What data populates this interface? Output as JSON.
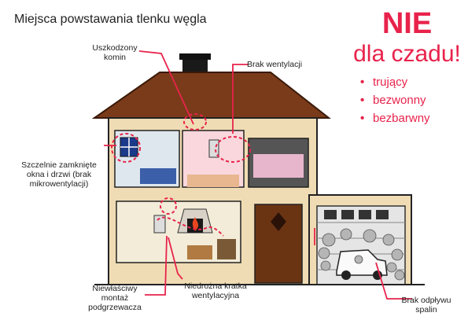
{
  "title": "Miejsca powstawania tlenku węgla",
  "headline": {
    "line1": "NIE",
    "line2": "dla czadu!"
  },
  "properties": [
    "trujący",
    "bezwonny",
    "bezbarwny"
  ],
  "labels": {
    "damaged_chimney": [
      "Uszkodzony",
      "komin"
    ],
    "no_ventilation": "Brak wentylacji",
    "sealed_windows": [
      "Szczelnie zamknięte",
      "okna i drzwi (brak",
      "mikrowentylacji)"
    ],
    "improper_heater": [
      "Niewłaściwy",
      "montaż",
      "podgrzewacza"
    ],
    "clogged_grille": [
      "Niedrożna kratka",
      "wentylacyjna"
    ],
    "no_exhaust": [
      "Brak odpływu",
      "spalin"
    ]
  },
  "colors": {
    "accent": "#e8234b",
    "roof": "#7a3b1a",
    "wall": "#f0dcb4",
    "door": "#6a3413"
  }
}
